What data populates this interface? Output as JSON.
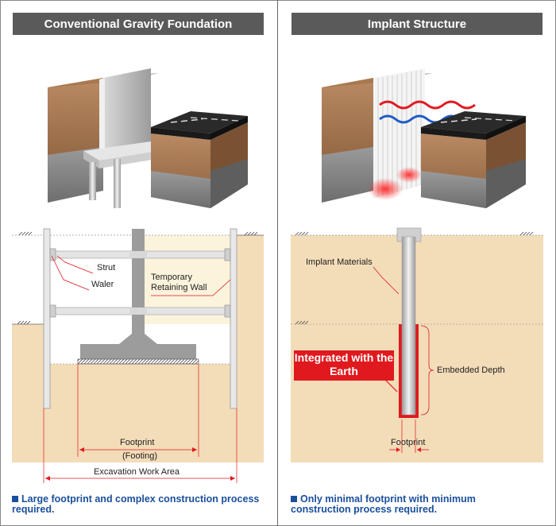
{
  "left": {
    "title": "Conventional Gravity Foundation",
    "labels": {
      "strut": "Strut",
      "waler": "Waler",
      "temporary_retaining_wall": "Temporary\nRetaining Wall",
      "footprint": "Footprint",
      "footing": "(Footing)",
      "excavation": "Excavation Work Area"
    },
    "caption": "Large footprint and complex construction process required."
  },
  "right": {
    "title": "Implant Structure",
    "labels": {
      "implant_materials": "Implant Materials",
      "embedded_depth": "Embedded Depth",
      "footprint": "Footprint"
    },
    "callout": "Integrated with the Earth",
    "caption": "Only minimal footprint with minimum construction process required."
  },
  "colors": {
    "title_bg": "#5a5a5a",
    "caption_blue": "#1a4f9c",
    "accent_red": "#e0191f",
    "sand": "#f3dcb8",
    "sand_light": "#fbf3dc",
    "concrete": "#bfbfbf"
  }
}
